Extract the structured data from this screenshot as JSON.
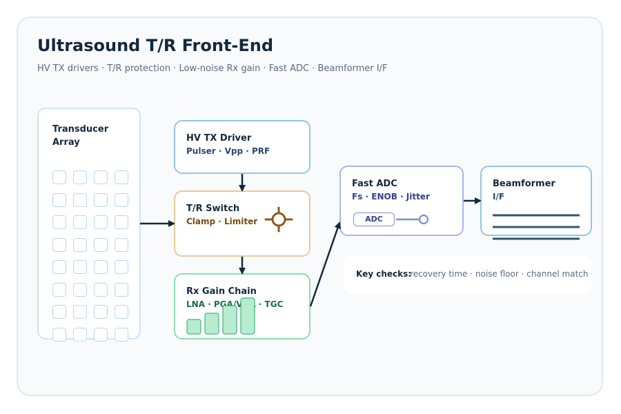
{
  "header": {
    "title": "Ultrasound T/R Front-End",
    "subtitle": "HV TX drivers · T/R protection · Low-noise Rx gain · Fast ADC · Beamformer I/F"
  },
  "blocks": {
    "transducer": {
      "name_line1": "Transducer",
      "name_line2": "Array"
    },
    "hv_tx": {
      "name": "HV TX Driver",
      "sub": "Pulser · Vpp · PRF"
    },
    "tr_switch": {
      "name": "T/R Switch",
      "sub": "Clamp · Limiter"
    },
    "rx_gain": {
      "name": "Rx Gain Chain",
      "sub": "LNA · PGA/VGA · TGC"
    },
    "adc": {
      "name": "Fast ADC",
      "sub": "Fs · ENOB · Jitter",
      "chip_label": "ADC"
    },
    "beamformer": {
      "name": "Beamformer",
      "sub": "I/F"
    }
  },
  "key_checks": {
    "label": "Key checks:",
    "items": "recovery time · noise floor · channel match · data lanes"
  },
  "colors": {
    "arrow": "#13293d",
    "tx_sub": "#2b4a6b",
    "tr_sub": "#7a4a14",
    "rx_sub": "#1e6b4a",
    "adc_sub": "#33408a",
    "bf_sub": "#2b4a6b"
  }
}
